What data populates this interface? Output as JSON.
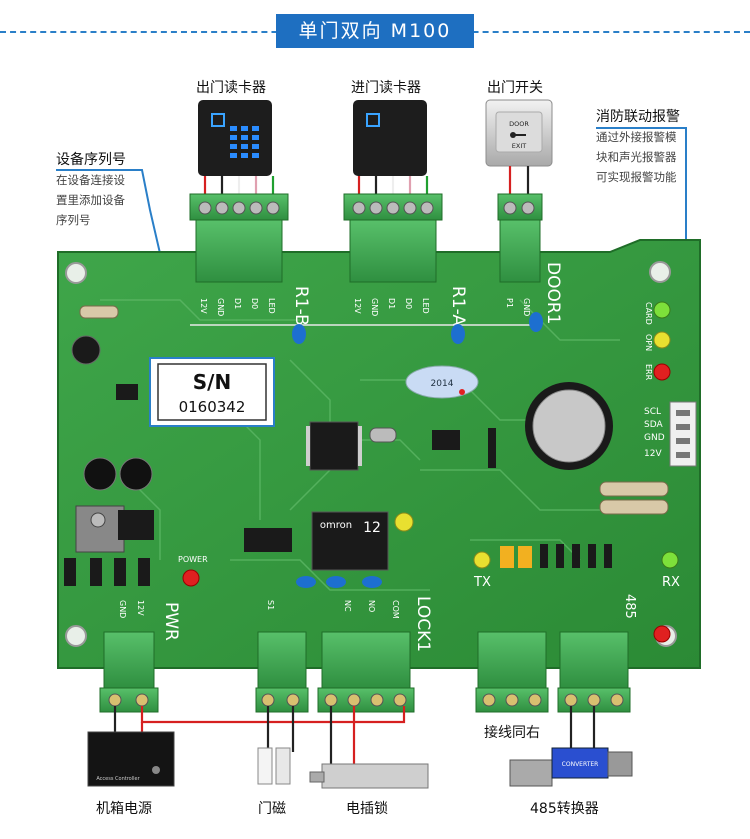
{
  "title": "单门双向 M100",
  "readers": {
    "exit_reader": "出门读卡器",
    "entry_reader": "进门读卡器",
    "exit_switch": "出门开关",
    "exit_button_top": "DOOR",
    "exit_button_bottom": "EXIT"
  },
  "notes": {
    "serial_title": "设备序列号",
    "serial_lines": [
      "在设备连接设",
      "置里添加设备",
      "序列号"
    ],
    "fire_title": "消防联动报警",
    "fire_lines": [
      "通过外接报警模",
      "块和声光报警器",
      "可实现报警功能"
    ]
  },
  "board": {
    "sn_label": "S/N",
    "sn_number": "0160342",
    "r1b": "R1-B",
    "r1a": "R1-A",
    "door1": "DOOR1",
    "lock1": "LOCK1",
    "pwr": "PWR",
    "power": "POWER",
    "rx": "RX",
    "tx": "TX",
    "p485": "485",
    "card": "CARD",
    "opn": "OPN",
    "err": "ERR",
    "brand": "omron",
    "relay": "12",
    "sticker": "2014",
    "conn_pins": [
      "SCL",
      "SDA",
      "GND",
      "12V"
    ],
    "r1b_pins": [
      "12V",
      "GND",
      "D1",
      "D0",
      "LED"
    ],
    "r1a_pins": [
      "12V",
      "GND",
      "D1",
      "D0",
      "LED"
    ],
    "door_pins": [
      "P1",
      "GND"
    ],
    "pwr_pins": [
      "GND",
      "12V"
    ],
    "lock_pins": [
      "S1",
      "NC",
      "NO",
      "COM"
    ]
  },
  "bottom": {
    "cabinet": "机箱电源",
    "cabinet_small": "Access Controller",
    "magnet": "门磁",
    "lock": "电插锁",
    "converter": "485转换器",
    "converter_tag": "CONVERTER",
    "wire_note": "接线同右"
  }
}
